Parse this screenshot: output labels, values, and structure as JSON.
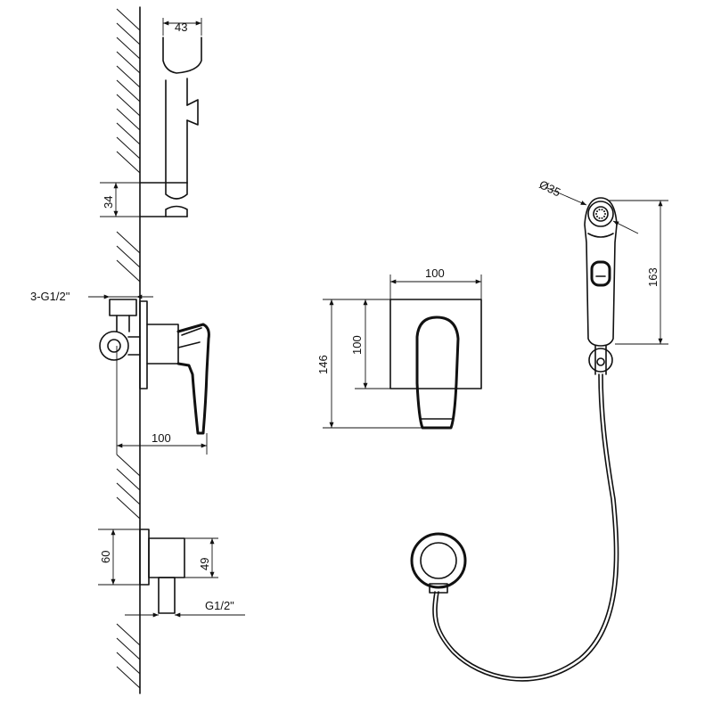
{
  "labels": {
    "holder_width": "43",
    "holder_height": "34",
    "inlet_thread": "3-G1/2\"",
    "mixer_depth": "100",
    "plate_width": "100",
    "plate_height": "100",
    "overall_height": "146",
    "head_diameter": "Ø35",
    "sprayer_length": "163",
    "outlet_height": "60",
    "outlet_depth": "49",
    "outlet_thread": "G1/2\""
  },
  "colors": {
    "line": "#111111",
    "background": "#ffffff"
  }
}
